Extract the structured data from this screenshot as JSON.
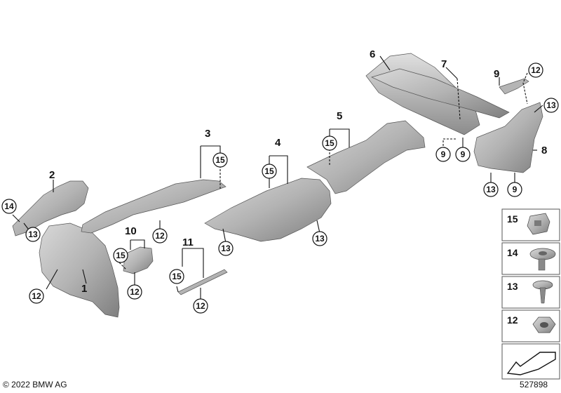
{
  "parts": {
    "p1": "1",
    "p2": "2",
    "p3": "3",
    "p4": "4",
    "p5": "5",
    "p6": "6",
    "p7": "7",
    "p8": "8",
    "p9": "9",
    "p10": "10",
    "p11": "11",
    "p12": "12",
    "p13": "13",
    "p14": "14",
    "p15": "15"
  },
  "legend": {
    "i15": "15",
    "i14": "14",
    "i13": "13",
    "i12": "12"
  },
  "footer": {
    "copyright": "© 2022 BMW AG",
    "image_number": "527898"
  },
  "colors": {
    "part_fill": "#bfbfbf",
    "part_shade": "#8a8a8a",
    "line": "#111111",
    "legend_border": "#555555"
  }
}
